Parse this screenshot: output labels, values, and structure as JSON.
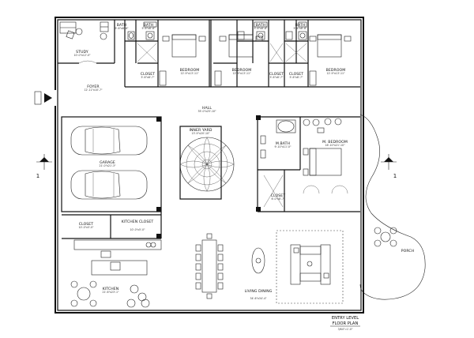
{
  "rooms": {
    "study": {
      "name": "STUDY",
      "dim": "10'-0\"x12'-0\""
    },
    "foyer": {
      "name": "FOYER",
      "dim": "12'-11\"x10'-7\""
    },
    "bath1": {
      "name": "BATH",
      "dim": "5'-6\"x8'-8\""
    },
    "bath2": {
      "name": "BATH",
      "dim": "5'-6\"x8'-8\""
    },
    "bath3": {
      "name": "BATH",
      "dim": "5'-6\"x8'-8\""
    },
    "bath4": {
      "name": "BATH",
      "dim": "5'-6\"x8'-8\""
    },
    "bedroom1": {
      "name": "BEDROOM",
      "dim": "12'-9\"x13'-11\""
    },
    "bedroom2": {
      "name": "BEDROOM",
      "dim": "12'-9\"x13'-11\""
    },
    "bedroom3": {
      "name": "BEDROOM",
      "dim": "12'-9\"x13'-11\""
    },
    "closet1": {
      "name": "CLOSET",
      "dim": "5'-6\"x8'-7\""
    },
    "closet2": {
      "name": "CLOSET",
      "dim": "5'-6\"x8'-7\""
    },
    "closet3": {
      "name": "CLOSET",
      "dim": "5'-6\"x8'-7\""
    },
    "hall": {
      "name": "HALL",
      "dim": "35'-0\"x25'-10\""
    },
    "garage": {
      "name": "GARAGE",
      "dim": "21'-0\"x21'-3\""
    },
    "inner_yard": {
      "name": "INNER YARD",
      "dim": "13'-9\"x20'-10\""
    },
    "m_bath": {
      "name": "M.BATH",
      "dim": "9'-10\"x11'-0\""
    },
    "m_bedroom": {
      "name": "M. BEDROOM",
      "dim": "16'-10\"x21'-10\""
    },
    "m_closet": {
      "name": "CLOSET",
      "dim": "6'-0\"x8'-7\""
    },
    "closet_garage": {
      "name": "CLOSET",
      "dim": "10'-0\"x5'-0\""
    },
    "kitchen_closet": {
      "name": "KITCHEN CLOSET",
      "dim": "10'-0\"x5'-0\""
    },
    "kitchen": {
      "name": "KITCHEN",
      "dim": "21'-6\"x23'-1\""
    },
    "living_dining": {
      "name": "LIVING DINING",
      "dim": "34'-6\"x34'-4\""
    },
    "porch": {
      "name": "PORCH",
      "dim": ""
    }
  },
  "section_marks": {
    "left": "1",
    "right": "1"
  },
  "sheet_title": {
    "line1": "ENTRY LEVEL",
    "line2": "FLOOR PLAN",
    "scale": "3/64\"=1'-0\""
  }
}
